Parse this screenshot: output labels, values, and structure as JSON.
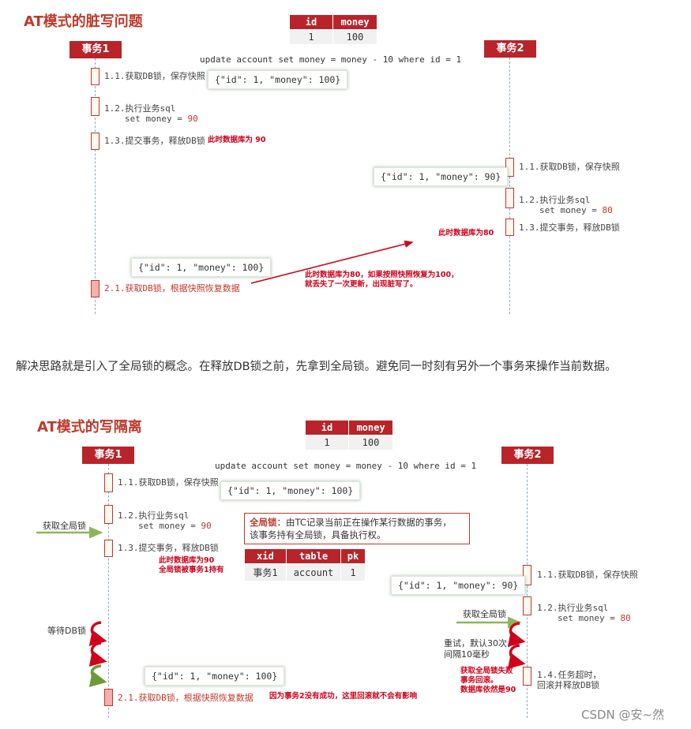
{
  "section1": {
    "title": "AT模式的脏写问题",
    "table": {
      "headers": [
        "id",
        "money"
      ],
      "row": [
        "1",
        "100"
      ]
    },
    "tx1_label": "事务1",
    "tx2_label": "事务2",
    "sql": "update account set money = money - 10 where id = 1",
    "tx1_steps": [
      "1.1.获取DB锁，保存快照",
      "1.2.执行业务sql",
      "set money = ",
      "90",
      "1.3.提交事务，释放DB锁"
    ],
    "tx1_note": "此时数据库为 90",
    "snapshot1": "{\"id\": 1, \"money\": 100}",
    "tx2_steps": [
      "1.1.获取DB锁，保存快照",
      "1.2.执行业务sql",
      "set money = ",
      "80",
      "1.3.提交事务，释放DB锁"
    ],
    "snapshot2": "{\"id\": 1, \"money\": 90}",
    "note_db80": "此时数据库为80",
    "snapshot3": "{\"id\": 1, \"money\": 100}",
    "rollback_step": "2.1.获取DB锁，根据快照恢复数据",
    "note_lost": "此时数据库为80，如果按照快照恢复为100，\n就丢失了一次更新，出现脏写了。"
  },
  "paragraph": "解决思路就是引入了全局锁的概念。在释放DB锁之前，先拿到全局锁。避免同一时刻有另外一个事务来操作当前数据。",
  "section2": {
    "title": "AT模式的写隔离",
    "table": {
      "headers": [
        "id",
        "money"
      ],
      "row": [
        "1",
        "100"
      ]
    },
    "tx1_label": "事务1",
    "tx2_label": "事务2",
    "sql": "update account set money = money - 10 where id = 1",
    "tx1_steps": [
      "1.1.获取DB锁，保存快照",
      "1.2.执行业务sql",
      "set money = ",
      "90",
      "1.3.提交事务，释放DB锁"
    ],
    "snapshot1": "{\"id\": 1, \"money\": 100}",
    "get_global_lock": "获取全局锁",
    "global_lock_title": "全局锁",
    "global_lock_desc": "：由TC记录当前正在操作某行数据的事务，\n该事务持有全局锁，具备执行权。",
    "lock_table": {
      "headers": [
        "xid",
        "table",
        "pk"
      ],
      "row": [
        "事务1",
        "account",
        "1"
      ]
    },
    "tx1_note": "此时数据库为90\n全局锁被事务1持有",
    "wait_db_lock": "等待DB锁",
    "snapshot_tx1_rb": "{\"id\": 1, \"money\": 100}",
    "rollback_step": "2.1.获取DB锁，根据快照恢复数据",
    "note_no_effect": "因为事务2没有成功，这里回滚就不会有影响",
    "tx2_steps": [
      "1.1.获取DB锁，保存快照",
      "1.2.执行业务sql",
      "set money = ",
      "80",
      "1.4.任务超时，",
      "回滚并释放DB锁"
    ],
    "snapshot2": "{\"id\": 1, \"money\": 90}",
    "tx2_get_global_lock": "获取全局锁",
    "retry": "重试，默认30次，\n间隔10毫秒",
    "tx2_fail_note": "获取全局锁失败\n事务回滚。\n数据库依然是90"
  },
  "watermark": "CSDN @安~然",
  "colors": {
    "accent": "#b8242a",
    "title": "#c0392b",
    "arrow_red": "#d0021b",
    "arrow_green": "#8fb45a"
  }
}
